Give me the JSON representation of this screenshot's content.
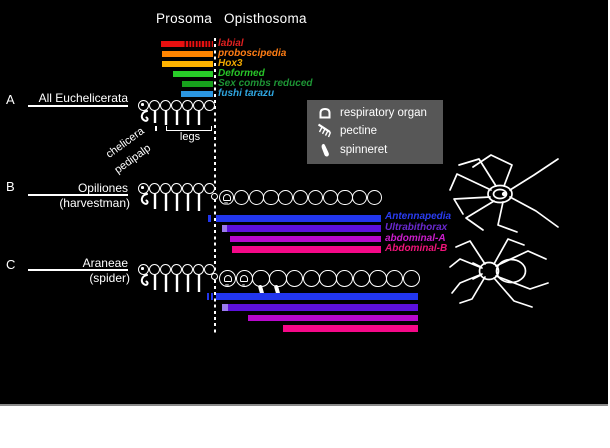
{
  "header": {
    "prosoma": "Prosoma",
    "opisthosoma": "Opisthosoma"
  },
  "anterior_hox_genes": [
    {
      "label": "labial",
      "color": "#e81010",
      "striped_tail": true
    },
    {
      "label": "proboscipedia",
      "color": "#ff8400"
    },
    {
      "label": "Hox3",
      "color": "#ffb300"
    },
    {
      "label": "Deformed",
      "color": "#28cc28"
    },
    {
      "label": "Sex combs reduced",
      "color": "#17a01c"
    },
    {
      "label": "fushi tarazu",
      "color": "#2b96e0"
    }
  ],
  "posterior_hox_genes": [
    {
      "label": "Antennapedia",
      "color": "#2236ee"
    },
    {
      "label": "Ultrabithorax",
      "color": "#5c10dd"
    },
    {
      "label": "abdominal-A",
      "color": "#b808cc"
    },
    {
      "label": "Abdominal-B",
      "color": "#f50888"
    }
  ],
  "legend": {
    "items": [
      {
        "icon": "respiratory-organ-icon",
        "label": "respiratory organ"
      },
      {
        "icon": "pectine-icon",
        "label": "pectine"
      },
      {
        "icon": "spinneret-icon",
        "label": "spinneret"
      }
    ]
  },
  "appendage_labels": {
    "chelicera": "chelicera",
    "pedipalp": "pedipalp",
    "legs": "legs"
  },
  "rows": [
    {
      "letter": "A",
      "taxon": "All Euchelicerata",
      "common": "",
      "prosoma": {
        "count": 7,
        "icons": {
          "0": "eye"
        }
      },
      "opisthosoma": {
        "count": 0,
        "icons": {}
      }
    },
    {
      "letter": "B",
      "taxon": "Opiliones",
      "common": "(harvestman)",
      "prosoma": {
        "count": 7,
        "icons": {
          "0": "eye"
        }
      },
      "opisthosoma": {
        "count": 11,
        "icons": {
          "0": "respiratory-organ"
        }
      }
    },
    {
      "letter": "C",
      "taxon": "Araneae",
      "common": "(spider)",
      "prosoma": {
        "count": 7,
        "icons": {
          "0": "eye"
        }
      },
      "opisthosoma": {
        "count": 12,
        "icons": {
          "0": "respiratory-organ",
          "1": "respiratory-organ",
          "2": "spinneret",
          "3": "spinneret"
        }
      }
    }
  ]
}
